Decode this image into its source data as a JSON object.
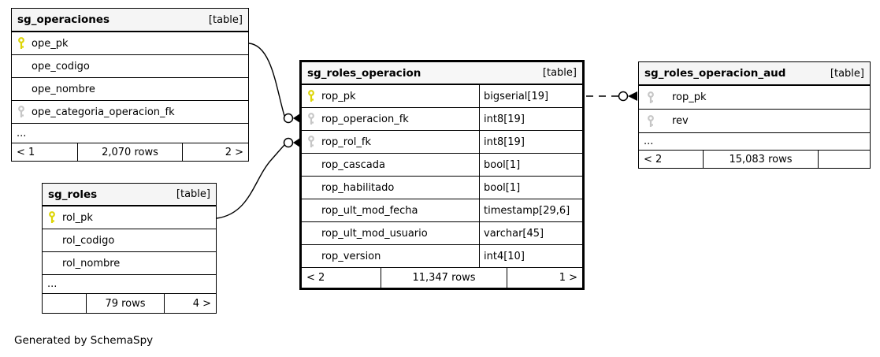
{
  "page": {
    "footnote": "Generated by SchemaSpy"
  },
  "colors": {
    "pk_key": "#ddd506",
    "fk_key": "#c6c6c6",
    "header_bg": "#f5f5f5",
    "border": "#000000"
  },
  "tables": [
    {
      "title": "sg_operaciones",
      "badge": "[table]",
      "columns": [
        {
          "name": "ope_pk",
          "key": "pk"
        },
        {
          "name": "ope_codigo"
        },
        {
          "name": "ope_nombre"
        },
        {
          "name": "ope_categoria_operacion_fk",
          "key": "fk"
        }
      ],
      "ellipsis": "...",
      "footer": {
        "left": "< 1",
        "center": "2,070 rows",
        "right": "2 >"
      }
    },
    {
      "title": "sg_roles",
      "badge": "[table]",
      "columns": [
        {
          "name": "rol_pk",
          "key": "pk"
        },
        {
          "name": "rol_codigo"
        },
        {
          "name": "rol_nombre"
        }
      ],
      "ellipsis": "...",
      "footer": {
        "left": "",
        "center": "79 rows",
        "right": "4 >"
      }
    },
    {
      "title": "sg_roles_operacion",
      "badge": "[table]",
      "columns": [
        {
          "name": "rop_pk",
          "type": "bigserial[19]",
          "key": "pk"
        },
        {
          "name": "rop_operacion_fk",
          "type": "int8[19]",
          "key": "fk"
        },
        {
          "name": "rop_rol_fk",
          "type": "int8[19]",
          "key": "fk"
        },
        {
          "name": "rop_cascada",
          "type": "bool[1]"
        },
        {
          "name": "rop_habilitado",
          "type": "bool[1]"
        },
        {
          "name": "rop_ult_mod_fecha",
          "type": "timestamp[29,6]"
        },
        {
          "name": "rop_ult_mod_usuario",
          "type": "varchar[45]"
        },
        {
          "name": "rop_version",
          "type": "int4[10]"
        }
      ],
      "footer": {
        "left": "< 2",
        "center": "11,347 rows",
        "right": "1 >"
      }
    },
    {
      "title": "sg_roles_operacion_aud",
      "badge": "[table]",
      "columns": [
        {
          "name": "rop_pk",
          "key": "fk"
        },
        {
          "name": "rev",
          "key": "fk"
        }
      ],
      "ellipsis": "...",
      "footer": {
        "left": "< 2",
        "center": "15,083 rows",
        "right": ""
      }
    }
  ],
  "relationships": [
    {
      "from": "sg_operaciones.ope_pk",
      "to": "sg_roles_operacion.rop_operacion_fk",
      "style": "solid"
    },
    {
      "from": "sg_roles.rol_pk",
      "to": "sg_roles_operacion.rop_rol_fk",
      "style": "solid"
    },
    {
      "from": "sg_roles_operacion.rop_pk",
      "to": "sg_roles_operacion_aud.rop_pk",
      "style": "dashed"
    }
  ]
}
